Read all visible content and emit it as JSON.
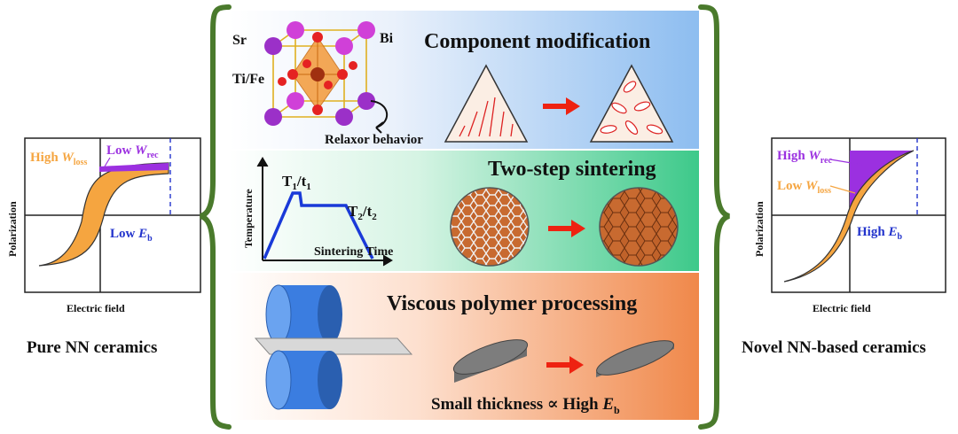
{
  "left": {
    "caption": "Pure NN ceramics",
    "xlabel": "Electric field",
    "ylabel": "Polarization",
    "label_high": "High ",
    "label_wloss": "W",
    "label_wloss_sub": "loss",
    "label_low": "Low ",
    "label_wrec": "W",
    "label_wrec_sub": "rec",
    "label_eb": "Low ",
    "label_eb_E": "E",
    "label_eb_sub": "b"
  },
  "right": {
    "caption": "Novel NN-based ceramics",
    "xlabel": "Electric field",
    "ylabel": "Polarization",
    "label_high": "High ",
    "label_wrec": "W",
    "label_wrec_sub": "rec",
    "label_low": "Low ",
    "label_wloss": "W",
    "label_wloss_sub": "loss",
    "label_eb": "High ",
    "label_eb_E": "E",
    "label_eb_sub": "b"
  },
  "panel1": {
    "title": "Component modification",
    "atom_sr": "Sr",
    "atom_bi": "Bi",
    "atom_tife": "Ti/Fe",
    "relaxor": "Relaxor behavior"
  },
  "panel2": {
    "title": "Two-step sintering",
    "ylabel": "Temperature",
    "xlabel": "Sintering Time",
    "t1": "T",
    "t1_sub": "1",
    "t1_slash": "/t",
    "t1_sub2": "1",
    "t2": "T",
    "t2_sub": "2",
    "t2_slash": "/t",
    "t2_sub2": "2"
  },
  "panel3": {
    "title": "Viscous polymer processing",
    "note": "Small thickness ∝ High ",
    "note_E": "E",
    "note_sub": "b"
  },
  "colors": {
    "loop_orange": "#f5a540",
    "rec_purple": "#9b30e0",
    "arrow_red": "#ee2211",
    "brace_green": "#4a7a2c",
    "blue_label": "#2233cc"
  }
}
